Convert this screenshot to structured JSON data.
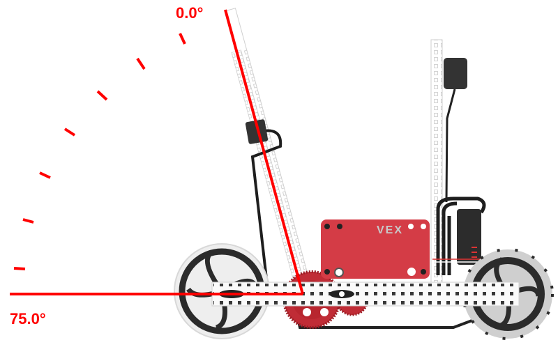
{
  "diagram": {
    "subject": "VEX robot arm angle indicator",
    "accent_color": "#ff0000",
    "labels": {
      "start_angle": "0.0°",
      "end_angle": "75.0°"
    },
    "brain_logo": "VEX",
    "arc_ticks": 7,
    "components": [
      "arm-tower",
      "distance-sensor",
      "rear-tower",
      "bumper-sensor",
      "vex-brain",
      "motor",
      "chassis-rail",
      "rear-wheel",
      "omni-wheel",
      "gear"
    ]
  }
}
